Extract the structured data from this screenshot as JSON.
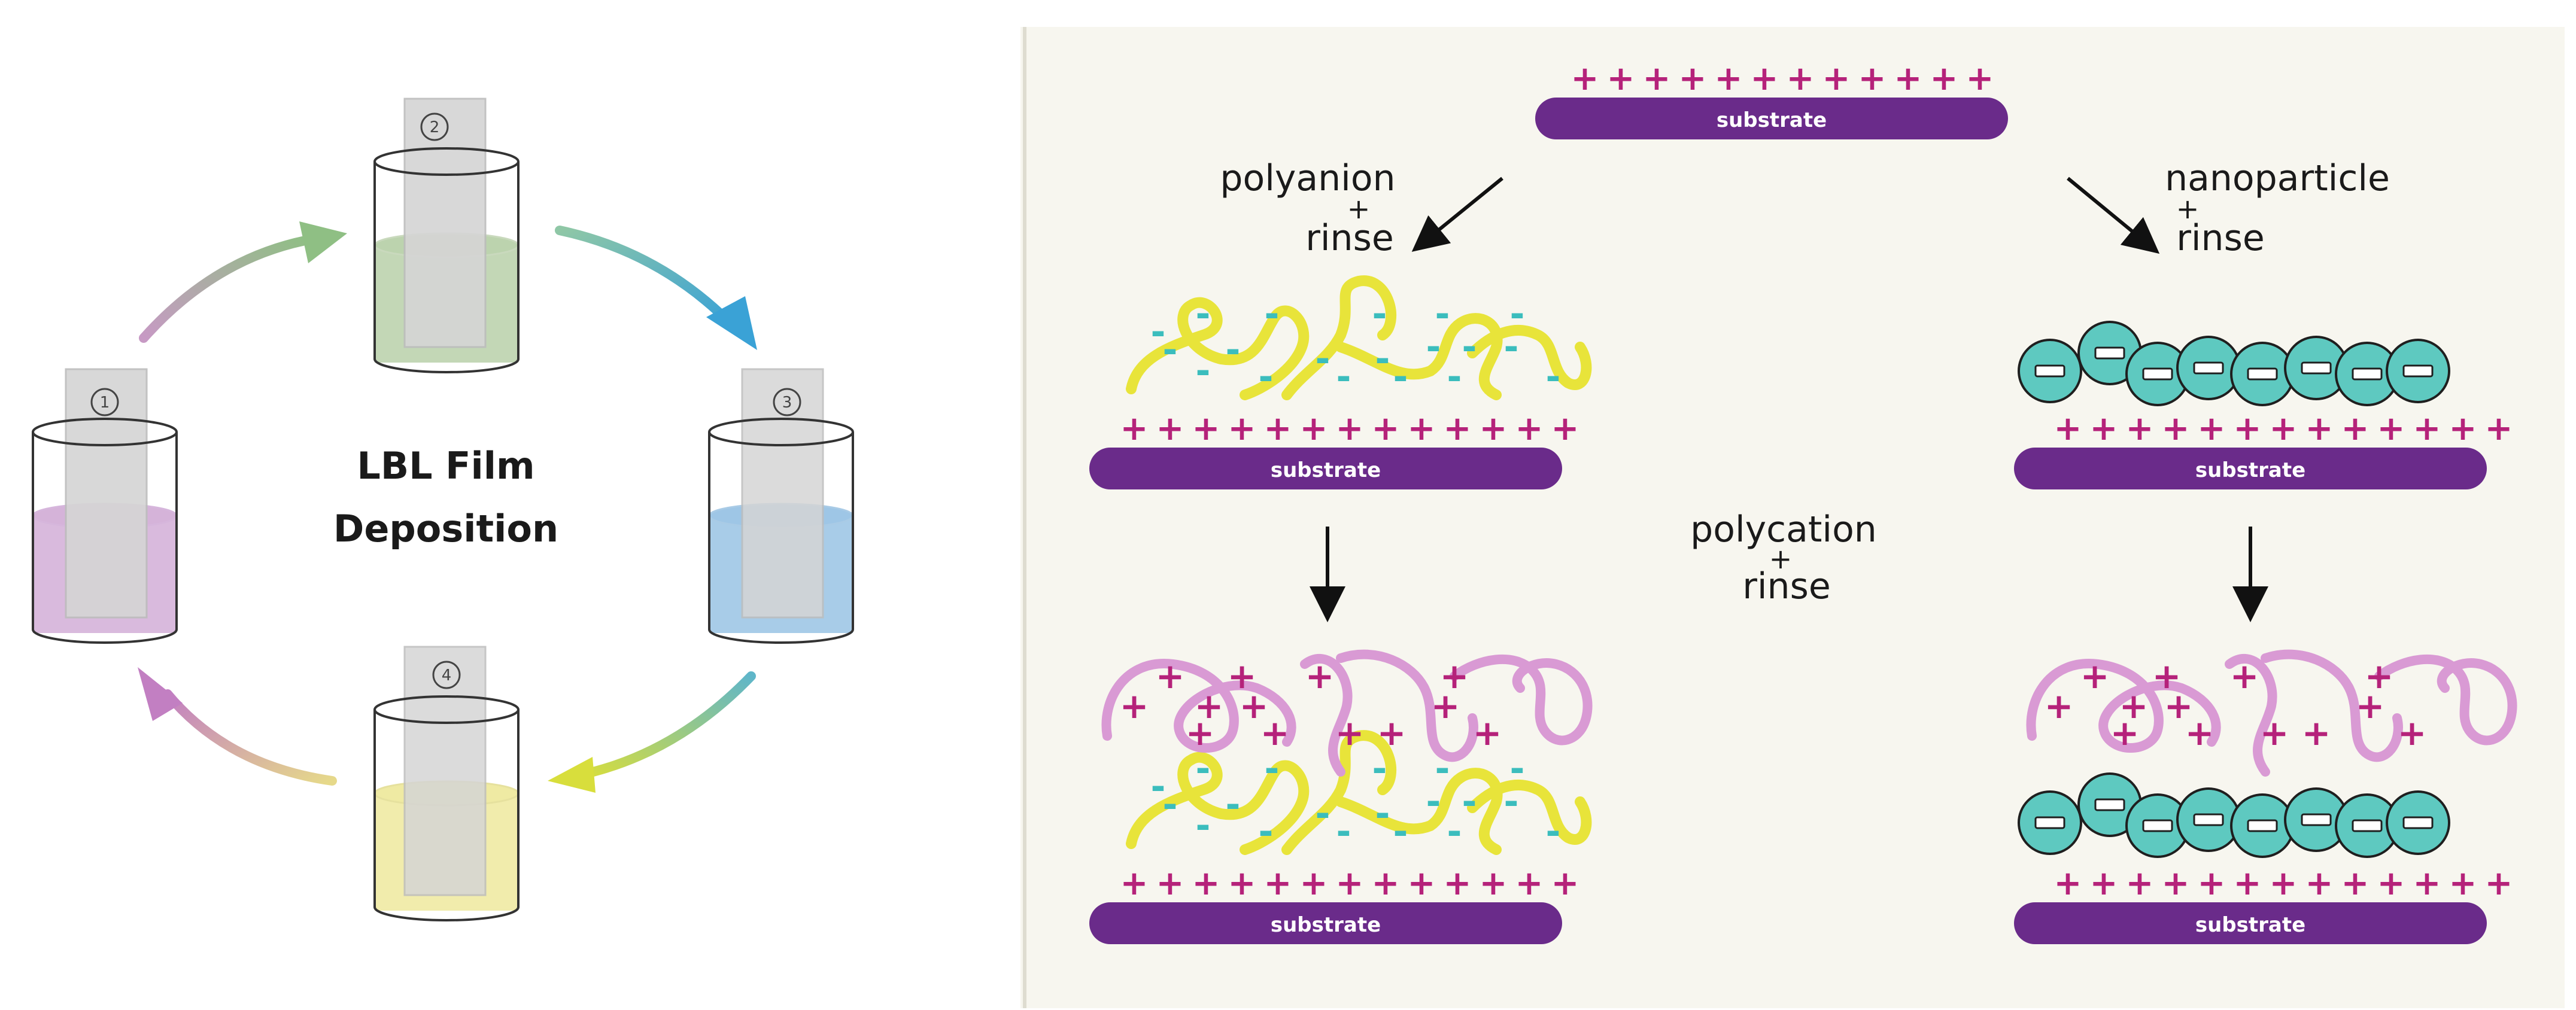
{
  "left": {
    "title_line1": "LBL Film",
    "title_line2": "Deposition",
    "beakers": [
      {
        "number": "1",
        "liquid": "#d5b3d9"
      },
      {
        "number": "2",
        "liquid": "#bcd3ae"
      },
      {
        "number": "3",
        "liquid": "#9ec6e6"
      },
      {
        "number": "4",
        "liquid": "#efeaa3"
      }
    ]
  },
  "right": {
    "top_substrate_label": "substrate",
    "substrate_label": "substrate",
    "polyanion_line1": "polyanion",
    "polyanion_plus": "+",
    "polyanion_line2": "rinse",
    "nanoparticle_line1": "nanoparticle",
    "nanoparticle_plus": "+",
    "nanoparticle_line2": "rinse",
    "polycation_line1": "polycation",
    "polycation_plus": "+",
    "polycation_line2": "rinse"
  },
  "colors": {
    "substrate": "#6a2b8a",
    "positive": "#b5227a",
    "negative": "#3bbdbd",
    "polyanion_chain": "#e8e43a",
    "polycation_chain": "#d99ad4",
    "nanoparticle": "#5ec9c0",
    "panel_bg": "#f7f6ef"
  }
}
